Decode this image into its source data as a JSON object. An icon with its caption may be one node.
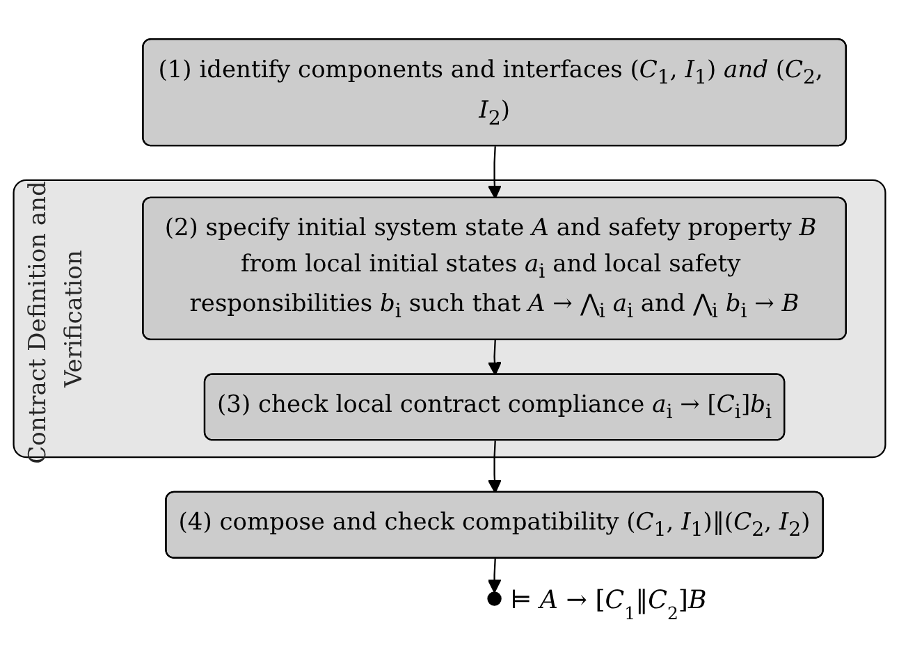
{
  "diagram": {
    "nodes": [
      {
        "text": [
          "(1) identify components and interfaces (*C*$_{1}$, *I*$_{1}$) *and* (*C*$_{2}$, *I*$_{2}$)"
        ]
      },
      {
        "text": [
          "Contract Definition and Verification"
        ]
      },
      {
        "text": [
          "(2) specify initial system state *A* and safety property *B* from local initial states *a*$_{i}$ and local safety responsibilities *b*$_{i}$ such that *A* → ⋀$_{i}$ *a*$_{i}$ and ⋀$_{i}$ *b*$_{i}$ → *B*"
        ],
        "in": 1
      },
      {
        "text": [
          "(3) check local contract compliance *a*$_{i}$ → [*C*$_{i}$]*b*$_{i}$"
        ],
        "in": 1
      },
      {
        "text": [
          "(4) compose and check compatibility (*C*$_{1}$, *I*$_{1}$)‖(*C*$_{2}$, *I*$_{2}$)"
        ]
      },
      {
        "text": [],
        "shape": "circle",
        "beside": [
          "⊨ *A* → [*C*$_{1}$‖*C*$_{2}$]*B*"
        ]
      }
    ],
    "edges": [
      {
        "from": 0,
        "to": 2,
        "arrow": "to"
      },
      {
        "from": 2,
        "to": 3,
        "arrow": "to"
      },
      {
        "from": 3,
        "to": 4,
        "arrow": "to"
      },
      {
        "from": 4,
        "to": 5,
        "arrow": "to"
      }
    ]
  }
}
